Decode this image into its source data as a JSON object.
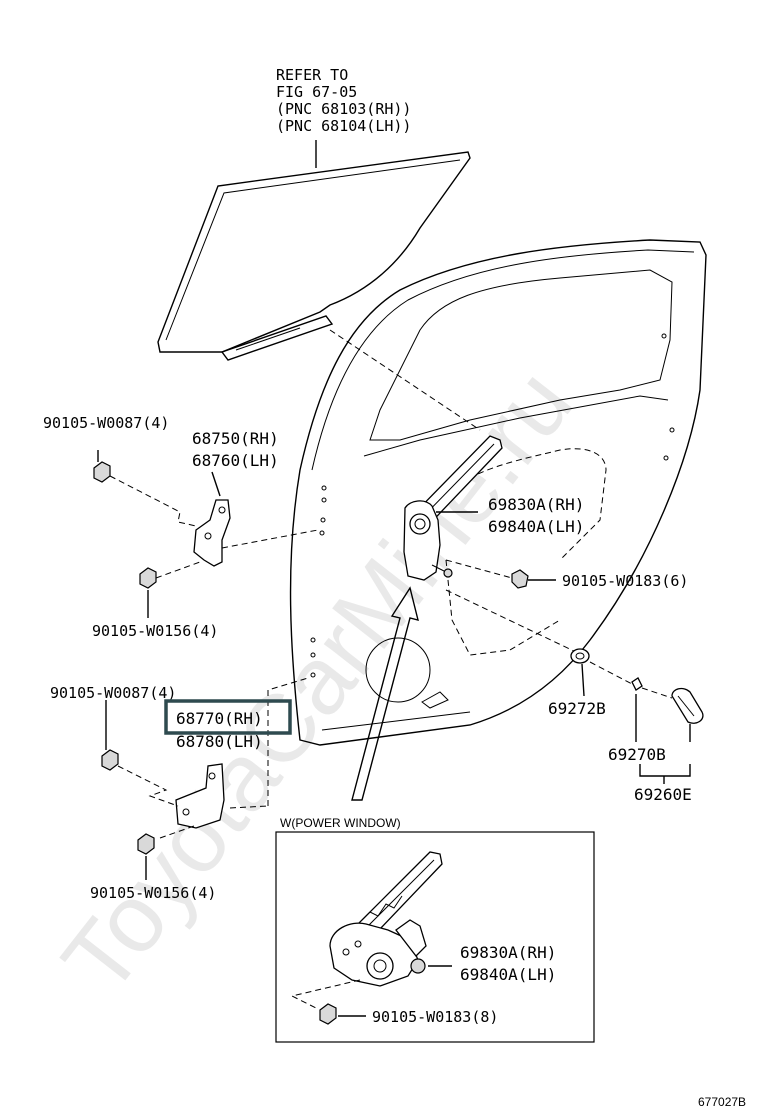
{
  "refer_note": {
    "line1": "REFER TO",
    "line2": "FIG 67-05",
    "line3": "(PNC 68103(RH))",
    "line4": "(PNC 68104(LH))"
  },
  "callouts": {
    "bolt_upper_top": "90105-W0087(4)",
    "hinge_upper_rh": "68750(RH)",
    "hinge_upper_lh": "68760(LH)",
    "bolt_upper_bottom": "90105-W0156(4)",
    "regulator_rh": "69830A(RH)",
    "regulator_lh": "69840A(LH)",
    "bolt_regulator": "90105-W0183(6)",
    "bolt_lower_top": "90105-W0087(4)",
    "hinge_lower_rh": "68770(RH)",
    "hinge_lower_lh": "68780(LH)",
    "bolt_lower_bottom": "90105-W0156(4)",
    "grommet": "69272B",
    "handle": "69270B",
    "handle_assy": "69260E"
  },
  "inset": {
    "title": "W(POWER WINDOW)",
    "regulator_rh": "69830A(RH)",
    "regulator_lh": "69840A(LH)",
    "bolt": "90105-W0183(8)"
  },
  "highlight": {
    "part": "68770(RH)",
    "color": "#2e4a4f"
  },
  "watermark": "ToyotaCarMine.ru",
  "figure_code": "677027B"
}
